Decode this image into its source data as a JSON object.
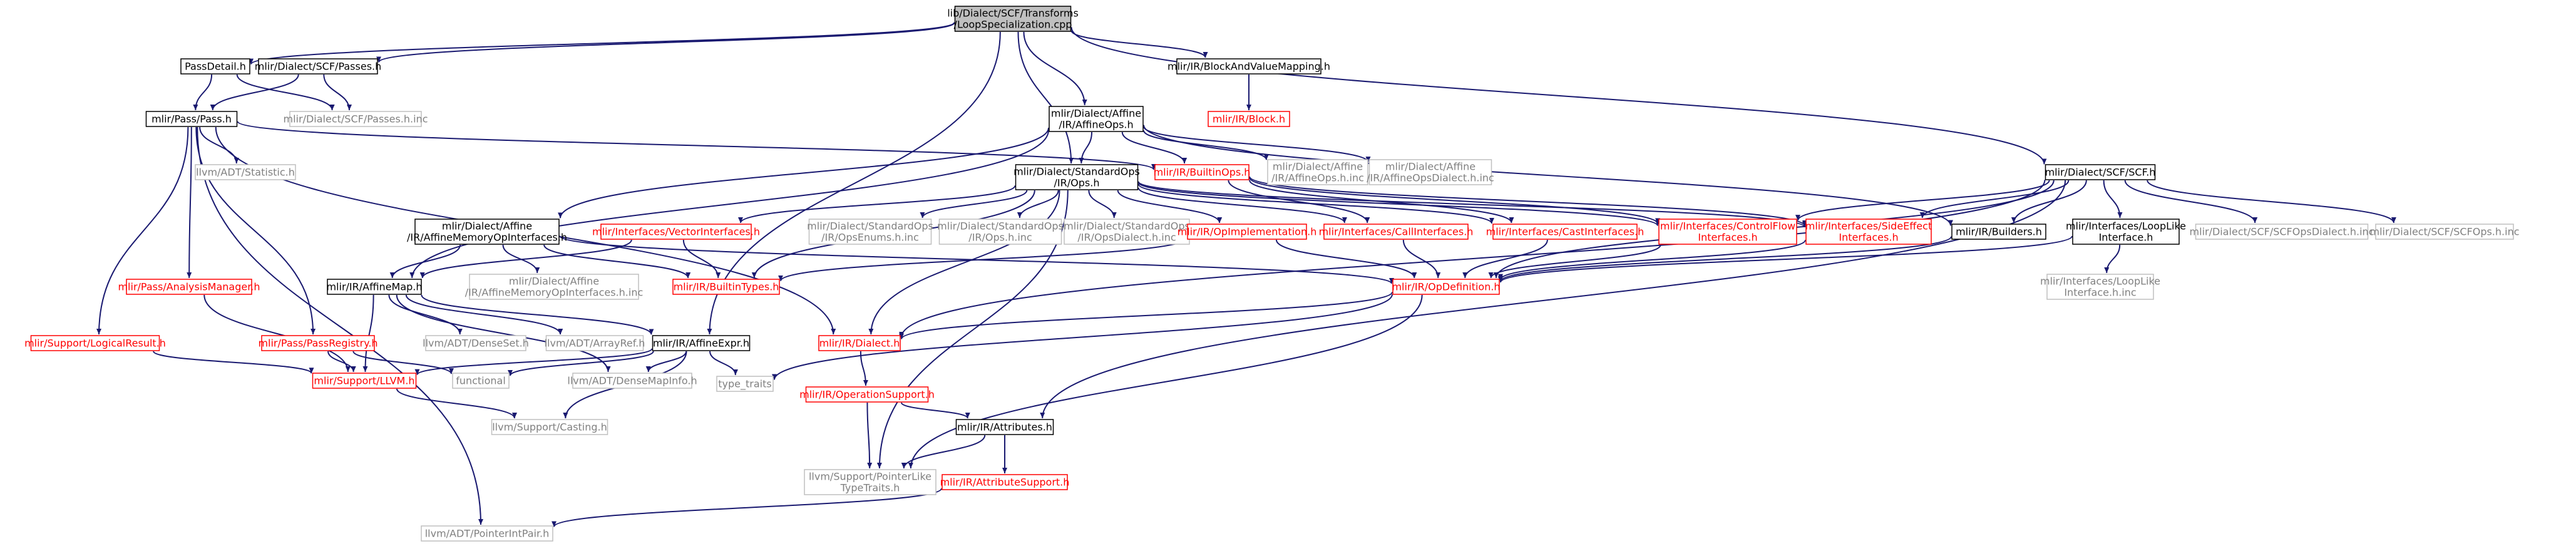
{
  "colors": {
    "root_fill": "#bfbfbf",
    "node_fill": "#ffffff",
    "documented_border": "#000000",
    "undocumented_border": "#ff0000",
    "external_border": "#bfbfbf",
    "edge": "#191970",
    "text_normal": "#000000",
    "text_undocumented": "#ff0000",
    "text_external": "#808080"
  },
  "nodes": [
    {
      "id": "root",
      "kind": "root",
      "lines": [
        "lib/Dialect/SCF/Transforms",
        "/LoopSpecialization.cpp"
      ]
    },
    {
      "id": "passdetail",
      "kind": "doc",
      "lines": [
        "PassDetail.h"
      ]
    },
    {
      "id": "scfpasses",
      "kind": "doc",
      "lines": [
        "mlir/Dialect/SCF/Passes.h"
      ]
    },
    {
      "id": "blockandvalue",
      "kind": "doc",
      "lines": [
        "mlir/IR/BlockAndValueMapping.h"
      ]
    },
    {
      "id": "affineops",
      "kind": "doc",
      "lines": [
        "mlir/Dialect/Affine",
        "/IR/AffineOps.h"
      ]
    },
    {
      "id": "passpass",
      "kind": "doc",
      "lines": [
        "mlir/Pass/Pass.h"
      ]
    },
    {
      "id": "scfpassesinc",
      "kind": "ext",
      "lines": [
        "mlir/Dialect/SCF/Passes.h.inc"
      ]
    },
    {
      "id": "irblock",
      "kind": "undoc",
      "lines": [
        "mlir/IR/Block.h"
      ]
    },
    {
      "id": "statistic",
      "kind": "ext",
      "lines": [
        "llvm/ADT/Statistic.h"
      ]
    },
    {
      "id": "builtinops",
      "kind": "undoc",
      "lines": [
        "mlir/IR/BuiltinOps.h"
      ]
    },
    {
      "id": "affineopsinc",
      "kind": "ext",
      "lines": [
        "mlir/Dialect/Affine",
        "/IR/AffineOps.h.inc"
      ]
    },
    {
      "id": "affinedialectinc",
      "kind": "ext",
      "lines": [
        "mlir/Dialect/Affine",
        "/IR/AffineOpsDialect.h.inc"
      ]
    },
    {
      "id": "stdops",
      "kind": "doc",
      "lines": [
        "mlir/Dialect/StandardOps",
        "/IR/Ops.h"
      ]
    },
    {
      "id": "scfh",
      "kind": "doc",
      "lines": [
        "mlir/Dialect/SCF/SCF.h"
      ]
    },
    {
      "id": "affinememory",
      "kind": "doc",
      "lines": [
        "mlir/Dialect/Affine",
        "/IR/AffineMemoryOpInterfaces.h"
      ]
    },
    {
      "id": "vectorint",
      "kind": "undoc",
      "lines": [
        "mlir/Interfaces/VectorInterfaces.h"
      ]
    },
    {
      "id": "stdenumsinc",
      "kind": "ext",
      "lines": [
        "mlir/Dialect/StandardOps",
        "/IR/OpsEnums.h.inc"
      ]
    },
    {
      "id": "stdopsinc",
      "kind": "ext",
      "lines": [
        "mlir/Dialect/StandardOps",
        "/IR/Ops.h.inc"
      ]
    },
    {
      "id": "stddialectinc",
      "kind": "ext",
      "lines": [
        "mlir/Dialect/StandardOps",
        "/IR/OpsDialect.h.inc"
      ]
    },
    {
      "id": "opimpl",
      "kind": "undoc",
      "lines": [
        "mlir/IR/OpImplementation.h"
      ]
    },
    {
      "id": "callint",
      "kind": "undoc",
      "lines": [
        "mlir/Interfaces/CallInterfaces.h"
      ]
    },
    {
      "id": "castint",
      "kind": "undoc",
      "lines": [
        "mlir/Interfaces/CastInterfaces.h"
      ]
    },
    {
      "id": "controlflow",
      "kind": "undoc",
      "lines": [
        "mlir/Interfaces/ControlFlow",
        "Interfaces.h"
      ]
    },
    {
      "id": "sideeffect",
      "kind": "undoc",
      "lines": [
        "mlir/Interfaces/SideEffect",
        "Interfaces.h"
      ]
    },
    {
      "id": "builders",
      "kind": "doc",
      "lines": [
        "mlir/IR/Builders.h"
      ]
    },
    {
      "id": "looplike",
      "kind": "doc",
      "lines": [
        "mlir/Interfaces/LoopLike",
        "Interface.h"
      ]
    },
    {
      "id": "scfdialectinc",
      "kind": "ext",
      "lines": [
        "mlir/Dialect/SCF/SCFOpsDialect.h.inc"
      ]
    },
    {
      "id": "scfopsinc",
      "kind": "ext",
      "lines": [
        "mlir/Dialect/SCF/SCFOps.h.inc"
      ]
    },
    {
      "id": "analysismgr",
      "kind": "undoc",
      "lines": [
        "mlir/Pass/AnalysisManager.h"
      ]
    },
    {
      "id": "affinemap",
      "kind": "doc",
      "lines": [
        "mlir/IR/AffineMap.h"
      ]
    },
    {
      "id": "affinememinc",
      "kind": "ext",
      "lines": [
        "mlir/Dialect/Affine",
        "/IR/AffineMemoryOpInterfaces.h.inc"
      ]
    },
    {
      "id": "builtintypes",
      "kind": "undoc",
      "lines": [
        "mlir/IR/BuiltinTypes.h"
      ]
    },
    {
      "id": "opdefinition",
      "kind": "undoc",
      "lines": [
        "mlir/IR/OpDefinition.h"
      ]
    },
    {
      "id": "looplikeinc",
      "kind": "ext",
      "lines": [
        "mlir/Interfaces/LoopLike",
        "Interface.h.inc"
      ]
    },
    {
      "id": "logicalresult",
      "kind": "undoc",
      "lines": [
        "mlir/Support/LogicalResult.h"
      ]
    },
    {
      "id": "passregistry",
      "kind": "undoc",
      "lines": [
        "mlir/Pass/PassRegistry.h"
      ]
    },
    {
      "id": "denseset",
      "kind": "ext",
      "lines": [
        "llvm/ADT/DenseSet.h"
      ]
    },
    {
      "id": "arrayref",
      "kind": "ext",
      "lines": [
        "llvm/ADT/ArrayRef.h"
      ]
    },
    {
      "id": "affineexpr",
      "kind": "doc",
      "lines": [
        "mlir/IR/AffineExpr.h"
      ]
    },
    {
      "id": "dialect",
      "kind": "undoc",
      "lines": [
        "mlir/IR/Dialect.h"
      ]
    },
    {
      "id": "functional",
      "kind": "ext",
      "lines": [
        "functional"
      ]
    },
    {
      "id": "densemapinfo",
      "kind": "ext",
      "lines": [
        "llvm/ADT/DenseMapInfo.h"
      ]
    },
    {
      "id": "typetraits",
      "kind": "ext",
      "lines": [
        "type_traits"
      ]
    },
    {
      "id": "supportllvm",
      "kind": "undoc",
      "lines": [
        "mlir/Support/LLVM.h"
      ]
    },
    {
      "id": "opsupport",
      "kind": "undoc",
      "lines": [
        "mlir/IR/OperationSupport.h"
      ]
    },
    {
      "id": "casting",
      "kind": "ext",
      "lines": [
        "llvm/Support/Casting.h"
      ]
    },
    {
      "id": "attributes",
      "kind": "doc",
      "lines": [
        "mlir/IR/Attributes.h"
      ]
    },
    {
      "id": "pointerlike",
      "kind": "ext",
      "lines": [
        "llvm/Support/PointerLike",
        "TypeTraits.h"
      ]
    },
    {
      "id": "attrsupport",
      "kind": "undoc",
      "lines": [
        "mlir/IR/AttributeSupport.h"
      ]
    },
    {
      "id": "pointerintpair",
      "kind": "ext",
      "lines": [
        "llvm/ADT/PointerIntPair.h"
      ]
    }
  ],
  "edges": [
    [
      "root",
      "passdetail"
    ],
    [
      "root",
      "scfpasses"
    ],
    [
      "root",
      "blockandvalue"
    ],
    [
      "root",
      "affineops"
    ],
    [
      "root",
      "stdops"
    ],
    [
      "root",
      "scfh"
    ],
    [
      "root",
      "affineexpr"
    ],
    [
      "passdetail",
      "passpass"
    ],
    [
      "passdetail",
      "scfpassesinc"
    ],
    [
      "scfpasses",
      "passpass"
    ],
    [
      "scfpasses",
      "scfpassesinc"
    ],
    [
      "blockandvalue",
      "irblock"
    ],
    [
      "affineops",
      "builtinops"
    ],
    [
      "affineops",
      "affineopsinc"
    ],
    [
      "affineops",
      "affinedialectinc"
    ],
    [
      "affineops",
      "stdops"
    ],
    [
      "affineops",
      "affinememory"
    ],
    [
      "affineops",
      "builders"
    ],
    [
      "affineops",
      "affinemap"
    ],
    [
      "passpass",
      "statistic"
    ],
    [
      "passpass",
      "builtinops"
    ],
    [
      "passpass",
      "analysismgr"
    ],
    [
      "passpass",
      "passregistry"
    ],
    [
      "passpass",
      "logicalresult"
    ],
    [
      "passpass",
      "pointerintpair"
    ],
    [
      "passpass",
      "dialect"
    ],
    [
      "builtinops",
      "callint"
    ],
    [
      "builtinops",
      "castint"
    ],
    [
      "builtinops",
      "controlflow"
    ],
    [
      "builtinops",
      "sideeffect"
    ],
    [
      "stdops",
      "vectorint"
    ],
    [
      "stdops",
      "stdenumsinc"
    ],
    [
      "stdops",
      "stdopsinc"
    ],
    [
      "stdops",
      "stddialectinc"
    ],
    [
      "stdops",
      "opimpl"
    ],
    [
      "stdops",
      "callint"
    ],
    [
      "stdops",
      "castint"
    ],
    [
      "stdops",
      "controlflow"
    ],
    [
      "stdops",
      "sideeffect"
    ],
    [
      "stdops",
      "builtintypes"
    ],
    [
      "stdops",
      "dialect"
    ],
    [
      "stdops",
      "pointerlike"
    ],
    [
      "scfh",
      "builders"
    ],
    [
      "scfh",
      "looplike"
    ],
    [
      "scfh",
      "scfdialectinc"
    ],
    [
      "scfh",
      "scfopsinc"
    ],
    [
      "scfh",
      "controlflow"
    ],
    [
      "scfh",
      "sideeffect"
    ],
    [
      "scfh",
      "opdefinition"
    ],
    [
      "scfh",
      "dialect"
    ],
    [
      "scfh",
      "attributes"
    ],
    [
      "affinememory",
      "opdefinition"
    ],
    [
      "affinememory",
      "affinememinc"
    ],
    [
      "affinememory",
      "builtintypes"
    ],
    [
      "affinememory",
      "affinemap"
    ],
    [
      "vectorint",
      "builtintypes"
    ],
    [
      "vectorint",
      "affinemap"
    ],
    [
      "opimpl",
      "opdefinition"
    ],
    [
      "opimpl",
      "builtintypes"
    ],
    [
      "callint",
      "opdefinition"
    ],
    [
      "castint",
      "opdefinition"
    ],
    [
      "controlflow",
      "opdefinition"
    ],
    [
      "sideeffect",
      "opdefinition"
    ],
    [
      "builders",
      "opdefinition"
    ],
    [
      "looplike",
      "opdefinition"
    ],
    [
      "looplike",
      "looplikeinc"
    ],
    [
      "analysismgr",
      "supportllvm"
    ],
    [
      "affinemap",
      "denseset"
    ],
    [
      "affinemap",
      "arrayref"
    ],
    [
      "affinemap",
      "affineexpr"
    ],
    [
      "affinemap",
      "densemapinfo"
    ],
    [
      "affinemap",
      "supportllvm"
    ],
    [
      "opdefinition",
      "dialect"
    ],
    [
      "opdefinition",
      "typetraits"
    ],
    [
      "opdefinition",
      "pointerlike"
    ],
    [
      "logicalresult",
      "supportllvm"
    ],
    [
      "passregistry",
      "supportllvm"
    ],
    [
      "passregistry",
      "functional"
    ],
    [
      "affineexpr",
      "supportllvm"
    ],
    [
      "affineexpr",
      "functional"
    ],
    [
      "affineexpr",
      "densemapinfo"
    ],
    [
      "affineexpr",
      "typetraits"
    ],
    [
      "affineexpr",
      "casting"
    ],
    [
      "dialect",
      "opsupport"
    ],
    [
      "supportllvm",
      "casting"
    ],
    [
      "opsupport",
      "attributes"
    ],
    [
      "opsupport",
      "pointerlike"
    ],
    [
      "attributes",
      "pointerlike"
    ],
    [
      "attributes",
      "attrsupport"
    ],
    [
      "attrsupport",
      "pointerintpair"
    ]
  ]
}
